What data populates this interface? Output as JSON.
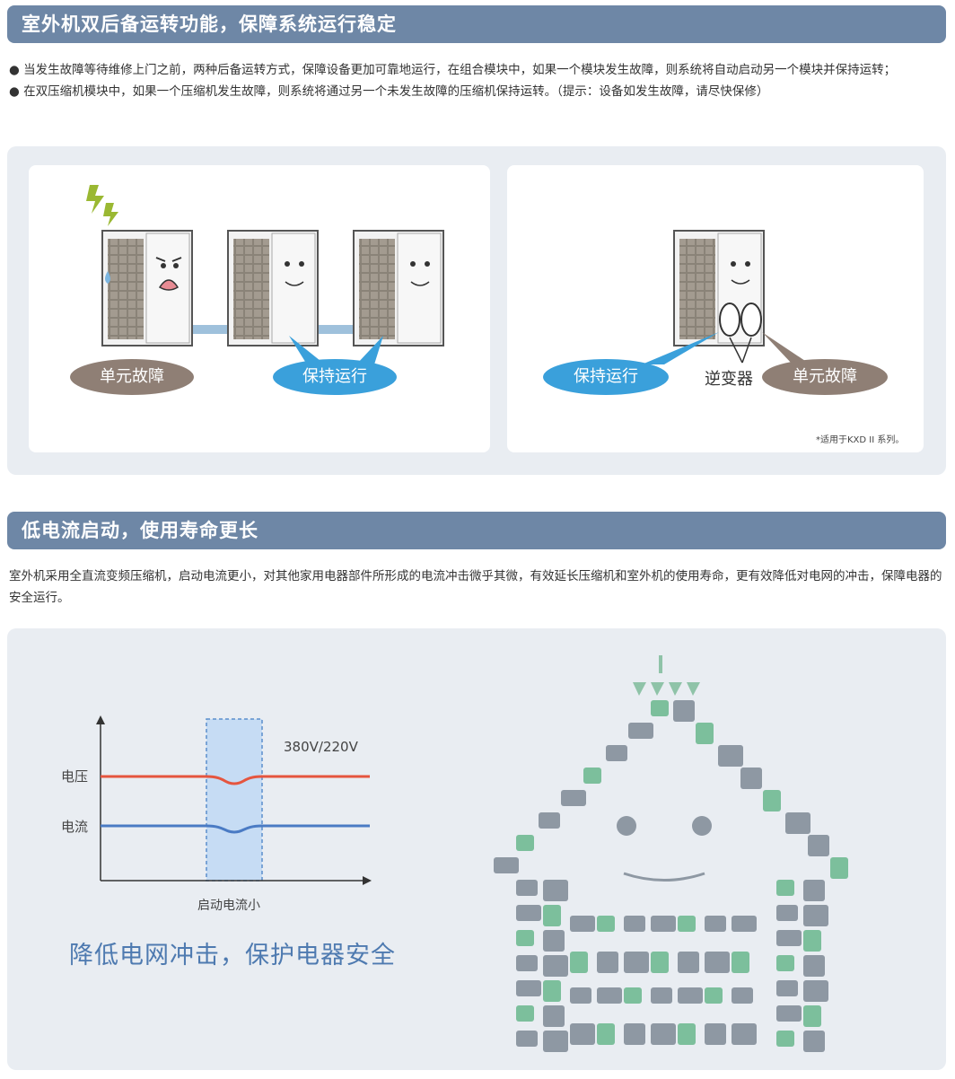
{
  "section1": {
    "title": "室外机双后备运转功能，保障系统运行稳定",
    "bullets": [
      "● 当发生故障等待维修上门之前，两种后备运转方式，保障设备更加可靠地运行，在组合模块中，如果一个模块发生故障，则系统将自动启动另一个模块并保持运转；",
      "● 在双压缩机模块中，如果一个压缩机发生故障，则系统将通过另一个未发生故障的压缩机保持运转。（提示：设备如发生故障，请尽快保修）"
    ],
    "left_card": {
      "fault_label": "单元故障",
      "running_label": "保持运行"
    },
    "right_card": {
      "running_label": "保持运行",
      "inverter_label": "逆变器",
      "fault_label": "单元故障",
      "note": "*适用于KXD II 系列。"
    }
  },
  "section2": {
    "title": "低电流启动，使用寿命更长",
    "body": "室外机采用全直流变频压缩机，启动电流更小，对其他家用电器部件所形成的电流冲击微乎其微，有效延长压缩机和室外机的使用寿命，更有效降低对电网的冲击，保障电器的安全运行。",
    "slogan": "降低电网冲击，保护电器安全"
  },
  "chart_data": {
    "type": "line",
    "annotation": "380V/220V",
    "highlight_label": "启动电流小",
    "series": [
      {
        "name": "电压",
        "color": "#e5553f"
      },
      {
        "name": "电流",
        "color": "#4a7bc4"
      }
    ]
  },
  "colors": {
    "banner": "#6e87a6",
    "fault": "#8f7f75",
    "running": "#3aa0db",
    "panel": "#e9edf2"
  }
}
